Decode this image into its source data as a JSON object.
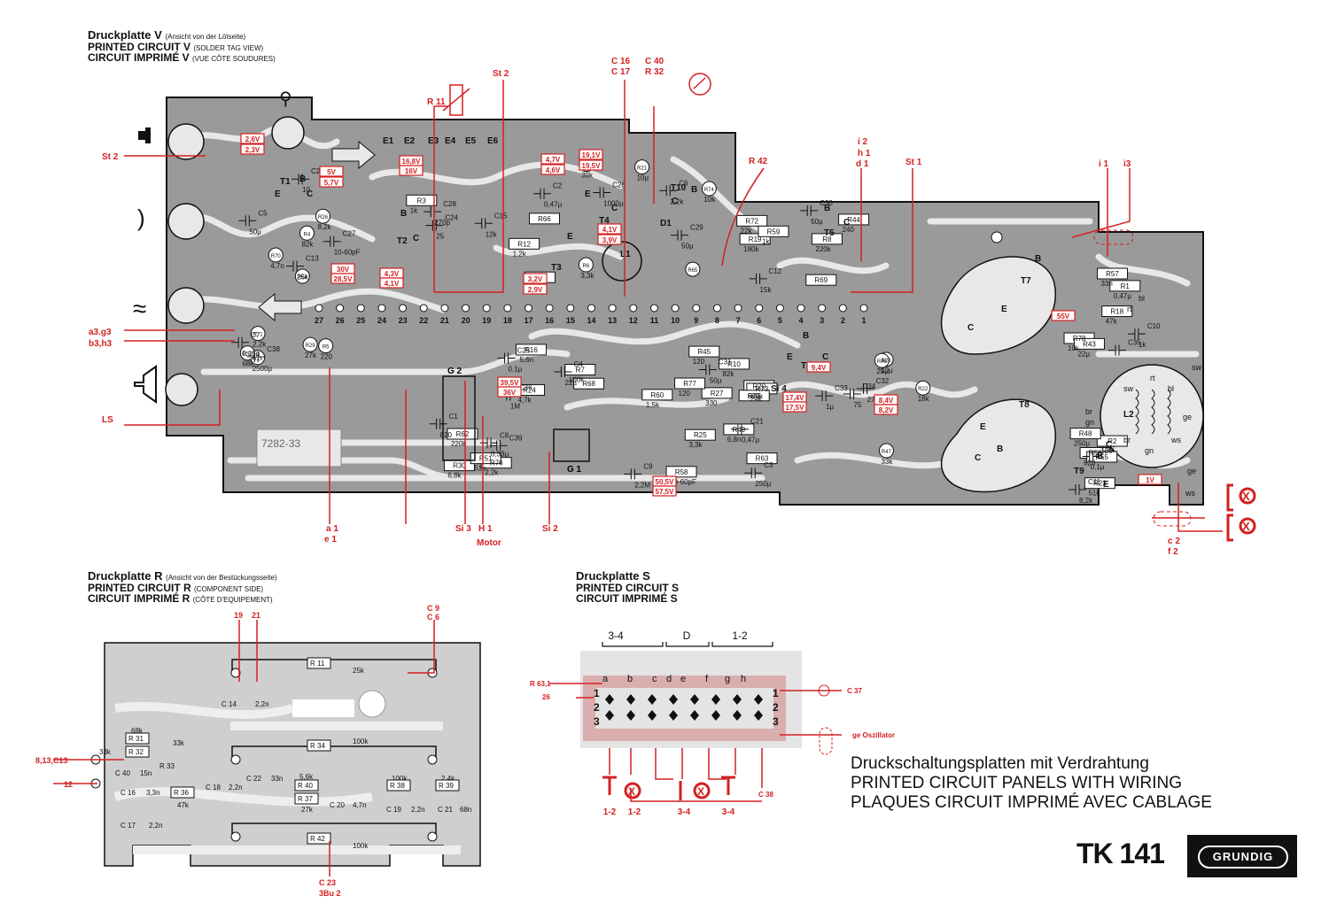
{
  "board_v": {
    "title": "Druckplatte V",
    "title_note": "(Ansicht von der Lötseite)",
    "en": "PRINTED CIRCUIT V",
    "en_note": "(SOLDER TAG VIEW)",
    "fr": "CIRCUIT IMPRIMÉ V",
    "fr_note": "(VUE CÔTE SOUDURES)",
    "labels": {
      "st2_left": "St 2",
      "a3g3": "a3.g3",
      "b3h3": "b3,h3",
      "ls": "LS",
      "st2_top": "St 2",
      "r11": "R 11",
      "c16": "C 16",
      "c17": "C 17",
      "c40": "C 40",
      "r32": "R 32",
      "r42": "R 42",
      "i2": "i 2",
      "h1": "h 1",
      "d1": "d 1",
      "st1": "St 1",
      "i1": "i 1",
      "i3": "i3",
      "a1": "a 1",
      "e1": "e 1",
      "si3": "Si 3",
      "h_1": "H 1",
      "motor": "Motor",
      "si2": "Si 2",
      "c2": "c 2",
      "f2": "f 2"
    },
    "components": [
      "R4",
      "R3",
      "R7",
      "R6",
      "R8",
      "R27",
      "R28",
      "R1",
      "R2",
      "R5",
      "C1",
      "C3",
      "C5",
      "C2",
      "C4",
      "C6",
      "C12",
      "R10",
      "C32",
      "R78",
      "R56",
      "R15",
      "R30",
      "R25",
      "R26",
      "R12",
      "R16",
      "R21",
      "R19",
      "R20",
      "R22",
      "R18",
      "R23",
      "R29",
      "R62",
      "R49",
      "R70",
      "R54",
      "R60",
      "C29",
      "C30",
      "C31",
      "C33",
      "C10",
      "C11",
      "C7",
      "C8",
      "C9",
      "C13",
      "C15",
      "R24",
      "R74",
      "R72",
      "R73",
      "R47",
      "R43",
      "R48",
      "R71",
      "R76",
      "C21",
      "C23",
      "C24",
      "C25",
      "C26",
      "R44",
      "R45",
      "R46",
      "R57",
      "R55",
      "R53",
      "R51",
      "R58",
      "C27",
      "C28",
      "C36",
      "R52",
      "R59",
      "R77",
      "C34",
      "C35",
      "C37",
      "C38",
      "C39",
      "R63",
      "R64",
      "R66",
      "R68",
      "R65",
      "R69",
      "R75"
    ],
    "values": [
      "82k",
      "1k",
      "100k",
      "3,3k",
      "220k",
      "330",
      "10µ",
      "0,47µ",
      "120",
      "220",
      "820",
      "250µ",
      "50µ",
      "0,47µ",
      "22µ",
      "2,2k",
      "15k",
      "82k",
      "27k",
      "10k",
      "820",
      "2500µ",
      "6,8k",
      "3,3k",
      "8,2k",
      "1,2k",
      "5,6n",
      "10µ",
      "180k",
      "680k",
      "18k",
      "47k",
      "51k",
      "27k",
      "220k",
      "6,8n",
      "4,7n",
      "1µ",
      "1,5k",
      "50µ",
      "50µ",
      "50µ",
      "1µ",
      "1k",
      "8,2k",
      "0,15µ",
      "0,33µ",
      "2,2M",
      "25k",
      "12k",
      "4,7k",
      "10k",
      "22k",
      "24k",
      "33k",
      "22µ",
      "250µ",
      "2,2k",
      "2,2k",
      "0,47µ",
      "10",
      "25",
      "0,1µ",
      "1000µ",
      "240",
      "120",
      "25µ",
      "33n",
      "0,1µ",
      "68k",
      "51k",
      "10-60pF",
      "10-60pF",
      "270p",
      "1M",
      "39k",
      "1k",
      "120",
      "75"
    ],
    "elements": [
      "E1",
      "E2",
      "E3",
      "E4",
      "E5",
      "E6",
      "T1",
      "T2",
      "T3",
      "T4",
      "T5",
      "T6",
      "T7",
      "T8",
      "T9",
      "T10",
      "G 2",
      "G 1",
      "Si 4",
      "D1",
      "L1",
      "L2"
    ],
    "voltages": [
      "2,6V",
      "2,3V",
      "5V",
      "5,7V",
      "16,8V",
      "16V",
      "4,7V",
      "4,6V",
      "19,1V",
      "19,5V",
      "4,1V",
      "3,9V",
      "30V",
      "28,5V",
      "4,3V",
      "4,1V",
      "3,2V",
      "2,9V",
      "39,5V",
      "36V",
      "50,5V",
      "57,5V",
      "17,4V",
      "17,5V",
      "9,4V",
      "8,4V",
      "8,2V",
      "55V",
      "1V"
    ],
    "pins": [
      "27",
      "26",
      "25",
      "24",
      "23",
      "22",
      "21",
      "20",
      "19",
      "18",
      "17",
      "16",
      "15",
      "14",
      "13",
      "12",
      "11",
      "10",
      "9",
      "8",
      "7",
      "6",
      "5",
      "4",
      "3",
      "2",
      "1"
    ],
    "stamp": "7282-33"
  },
  "board_r": {
    "title": "Druckplatte R",
    "title_note": "(Ansicht von der Bestückungsseite)",
    "en": "PRINTED CIRCUIT R",
    "en_note": "(COMPONENT SIDE)",
    "fr": "CIRCUIT IMPRIMÉ R",
    "fr_note": "(CÔTE D'EQUIPEMENT)",
    "labels": {
      "n19": "19",
      "n21": "21",
      "c9": "C 9",
      "c6": "C 6",
      "n81313": "8,13,C13",
      "n12": "12",
      "c23": "C 23",
      "bu2": "3Bu 2"
    },
    "parts": {
      "r11": "R 11",
      "v25k": "25k",
      "c14": "C 14",
      "v22n": "2,2n",
      "v68k": "68k",
      "r31": "R 31",
      "v33k": "33k",
      "r32": "R 32",
      "v33k2": "33k",
      "c40": "C 40",
      "v15n": "15n",
      "r33": "R 33",
      "r34": "R 34",
      "v100k": "100k",
      "c16": "C 16",
      "v33n": "3,3n",
      "r36": "R 36",
      "v47k": "47k",
      "c18": "C 18",
      "v22n2": "2,2n",
      "c22": "C 22",
      "v33n2": "33n",
      "v56k": "5,6k",
      "r40": "R 40",
      "r37": "R 37",
      "v27k": "27k",
      "c20": "C 20",
      "v47n": "4,7n",
      "v100k2": "100k",
      "r38": "R 38",
      "c19": "C 19",
      "v22n3": "2,2n",
      "v24k": "2,4k",
      "r39": "R 39",
      "c21": "C 21",
      "v68n": "68n",
      "c17": "C 17",
      "v22n4": "2,2n",
      "r42": "R 42",
      "v100k3": "100k"
    }
  },
  "board_s": {
    "title": "Druckplatte S",
    "en": "PRINTED CIRCUIT S",
    "fr": "CIRCUIT IMPRIMÉ S",
    "groups": [
      "3-4",
      "D",
      "1-2"
    ],
    "labels": {
      "r631": "R 63,1",
      "n26": "26",
      "c37": "C 37",
      "osc": "ge Oszillator",
      "c38": "C 38"
    },
    "letters": [
      "a",
      "b",
      "c",
      "d",
      "e",
      "f",
      "g",
      "h",
      "1",
      "2",
      "3",
      "1",
      "2",
      "3"
    ],
    "buttons": [
      "1-2",
      "1-2",
      "3-4",
      "3-4"
    ]
  },
  "footer": {
    "de": "Druckschaltungsplatten mit Verdrahtung",
    "en": "PRINTED CIRCUIT PANELS WITH WIRING",
    "fr": "PLAQUES CIRCUIT IMPRIMÉ AVEC CABLAGE",
    "model": "TK 141",
    "brand": "GRUNDIG"
  },
  "colors": {
    "board": "#9a9a9a",
    "trace": "#e8e8e8",
    "ink": "#111111",
    "red": "#d42020",
    "board_r": "#cfcfcf"
  }
}
